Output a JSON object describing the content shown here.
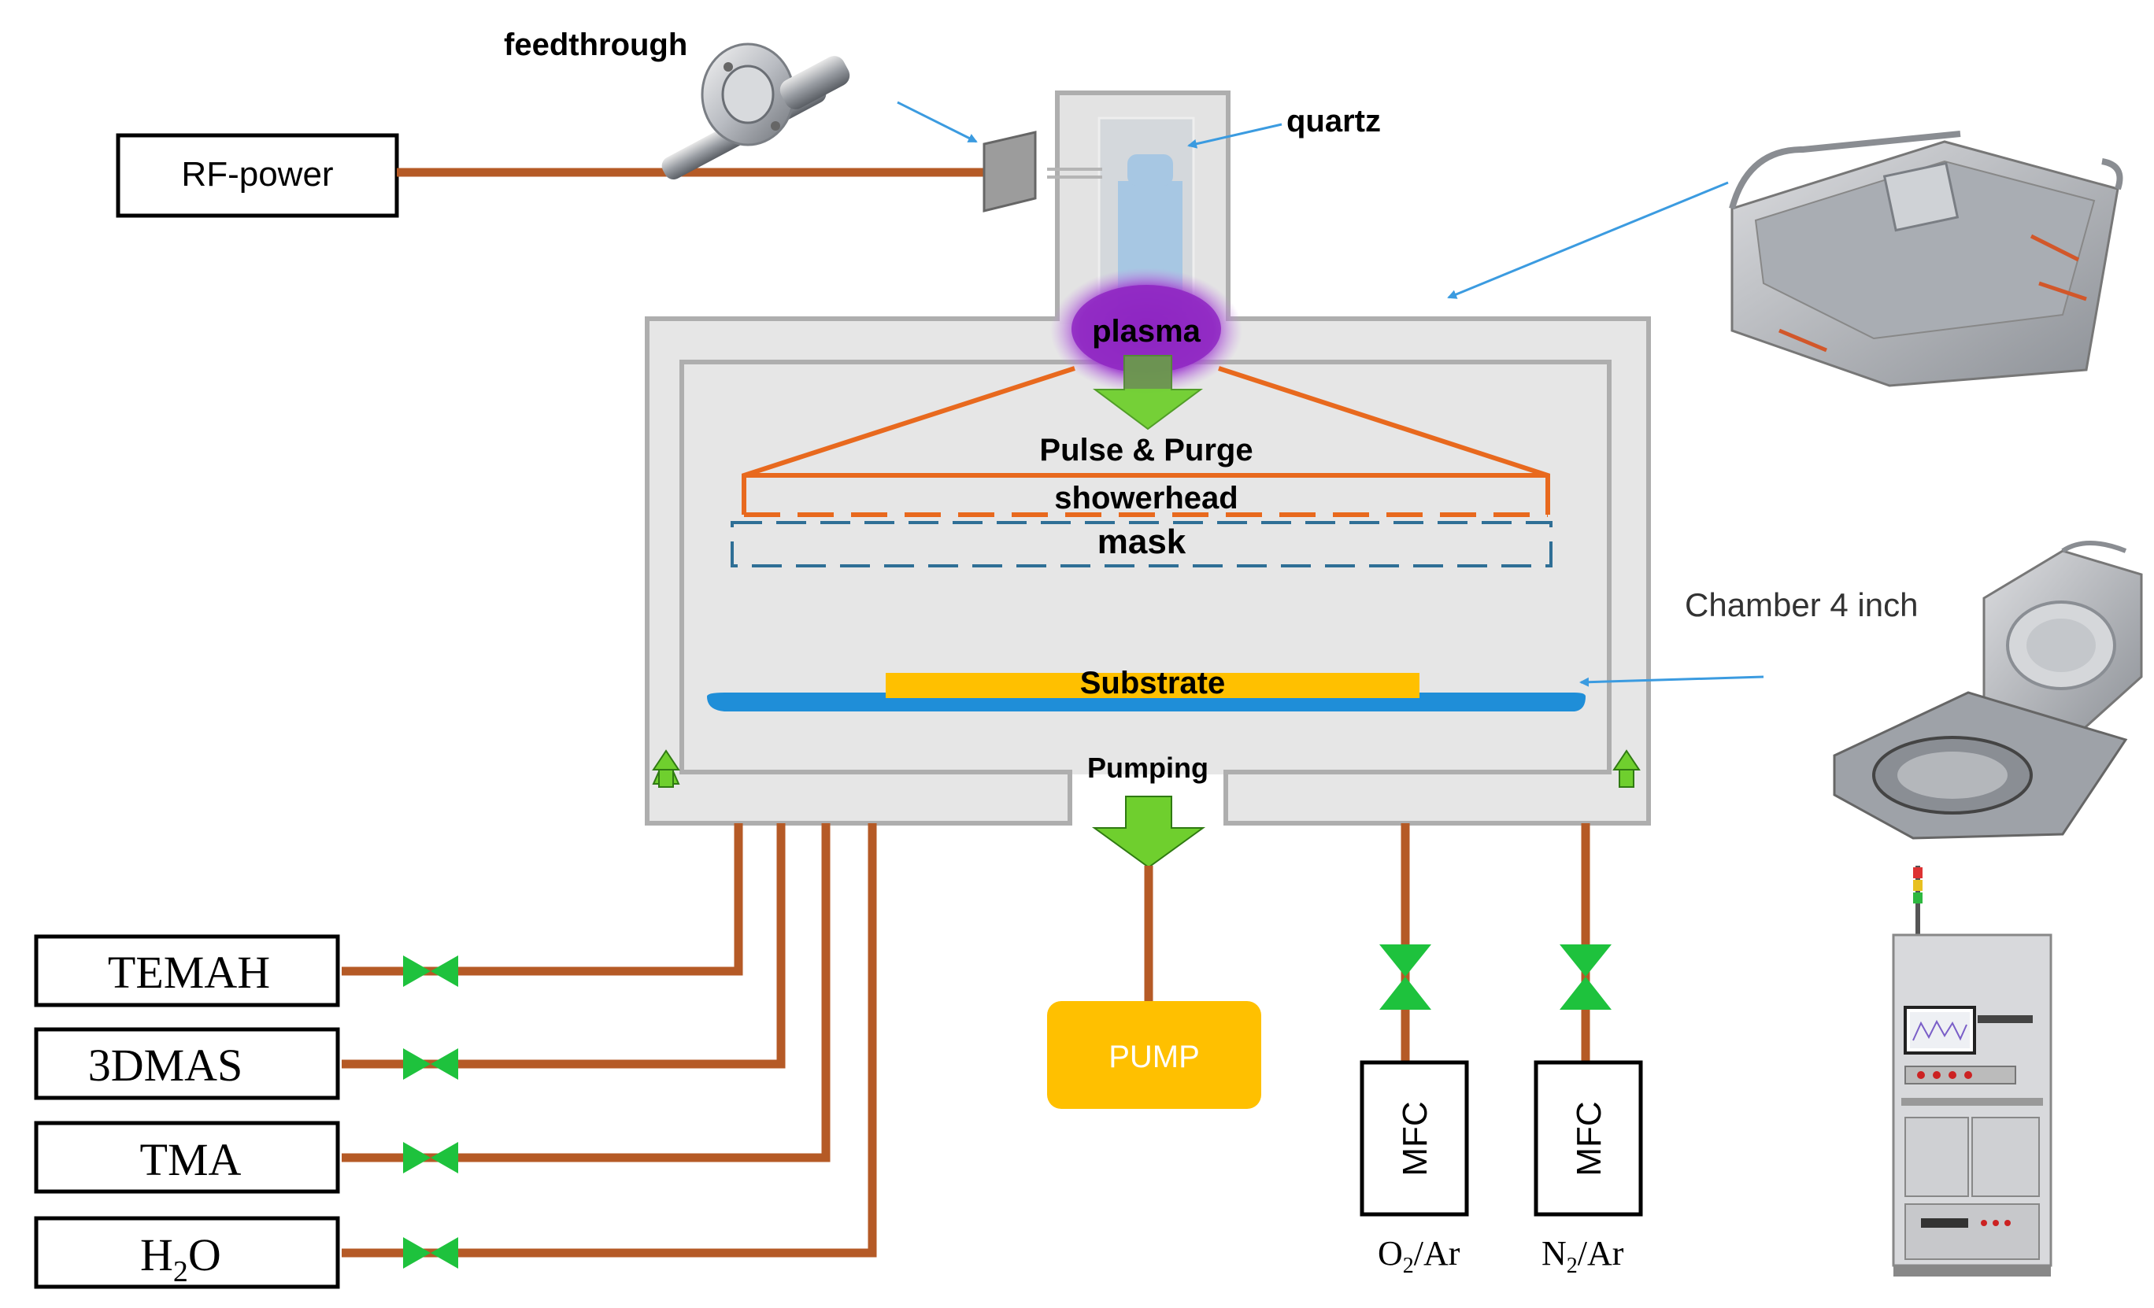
{
  "labels": {
    "feedthrough": "feedthrough",
    "quartz": "quartz",
    "rf_power": "RF-power",
    "plasma": "plasma",
    "pulse_purge": "Pulse & Purge",
    "showerhead": "showerhead",
    "mask": "mask",
    "chamber": "Chamber 4 inch",
    "substrate": "Substrate",
    "pumping": "Pumping",
    "pump": "PUMP",
    "mfc": "MFC",
    "o2_main": "O",
    "o2_sub": "2",
    "o2_tail": "/Ar",
    "n2_main": "N",
    "n2_sub": "2",
    "n2_tail": "/Ar"
  },
  "precursors": [
    {
      "name": "TEMAH"
    },
    {
      "name": "3DMAS"
    },
    {
      "name": "TMA"
    },
    {
      "name": "H",
      "sub": "2",
      "tail": "O"
    }
  ],
  "colors": {
    "pipe": "#b55a26",
    "valve": "#1ec23d",
    "showerhead": "#e8691e",
    "mask": "#2f6f96",
    "substrate": "#ffc000",
    "platen": "#1f8ed8",
    "pump": "#ffc000",
    "chamber_fill": "#e6e6e6",
    "chamber_stroke": "#aeaeae",
    "plasma": "#9b30c9",
    "arrow_green": "#6fcf2e",
    "pointer": "#3b9be0"
  }
}
